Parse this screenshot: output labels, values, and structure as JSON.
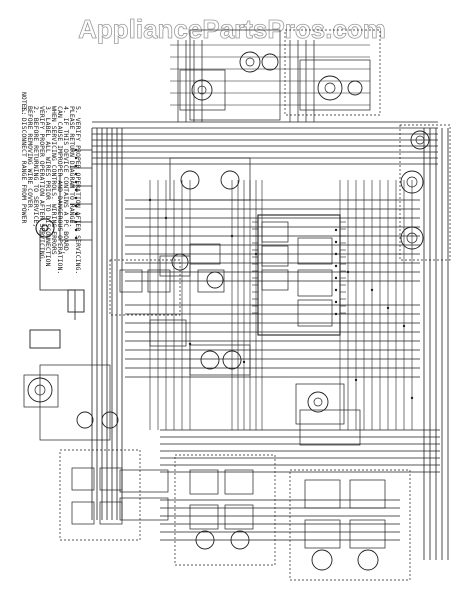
{
  "watermark": "AppliancePartsPros.com",
  "notes": {
    "heading": "NOTES:",
    "lines": [
      "1. DISCONNECT RANGE FROM POWER",
      "   BEFORE REMOVING WIRE COVER.",
      "2. BEFORE RETURNING TO SERVICE,",
      "   VERIFY PROPER OPERATION AFTER SERVICING.",
      "3. LABEL ALL WIRES PRIOR TO DISCONNECTION",
      "   WHEN SERVICING CONTROLS. WIRING ERRORS",
      "   CAN CAUSE IMPROPER AND DANGEROUS OPERATION.",
      "4. IF THIS DEVICE CONTAINS A PC BOARD,",
      "   PLEASE RETURN DIAGRAM TO RANGE.",
      "5. VERIFY PROPER OPERATION AFTER SERVICING."
    ]
  },
  "colors": {
    "wire": "#1f1f1f",
    "background": "#ffffff",
    "watermark": "#9a9a9a"
  }
}
